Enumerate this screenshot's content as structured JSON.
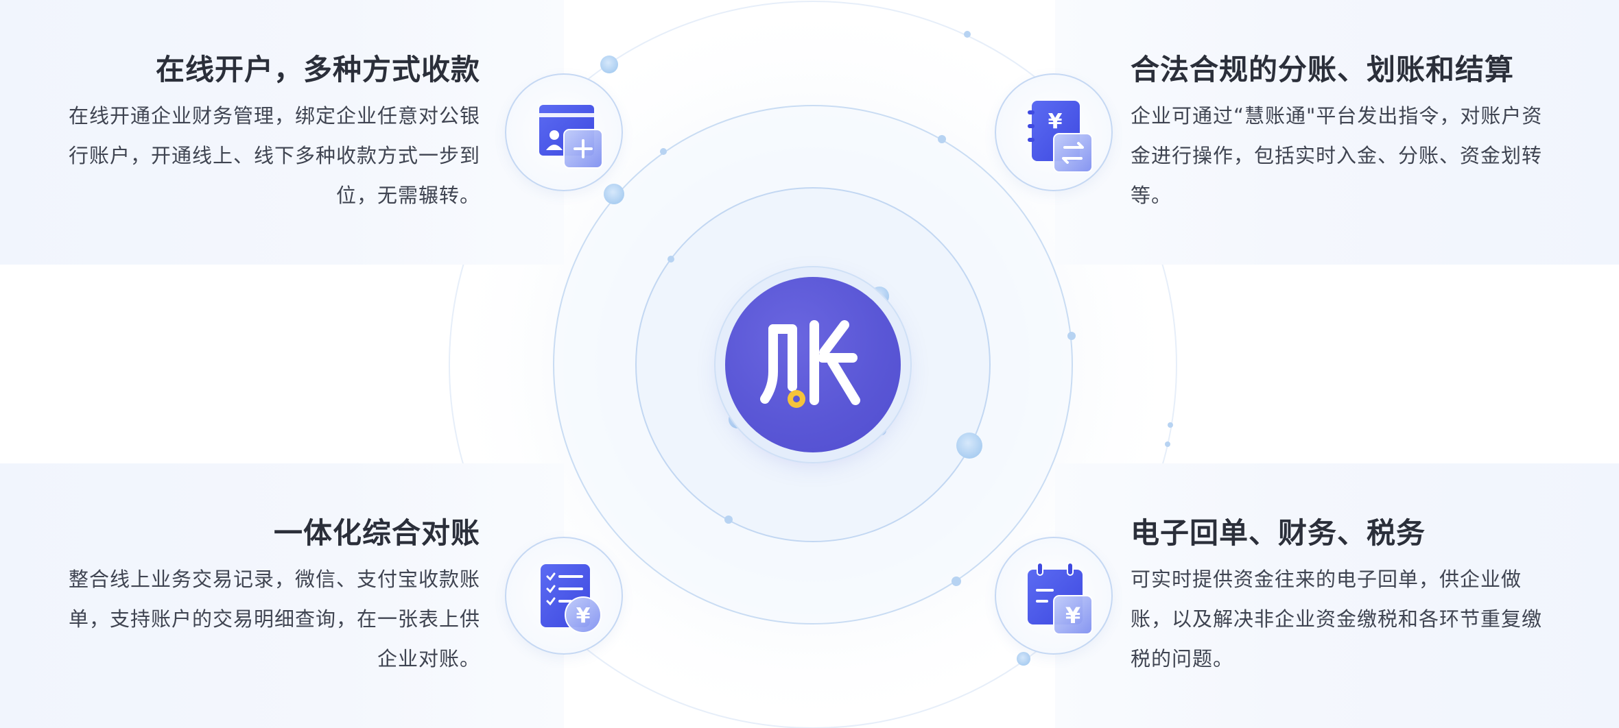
{
  "center": {
    "logo_char": "账",
    "icon": "ledger-logo-icon"
  },
  "features": [
    {
      "title": "在线开户，多种方式收款",
      "description": "在线开通企业财务管理，绑定企业任意对公银行账户，开通线上、线下多种收款方式一步到位，无需辗转。",
      "icon": "account-card-plus-icon"
    },
    {
      "title": "合法合规的分账、划账和结算",
      "description": "企业可通过“慧账通\"平台发出指令，对账户资金进行操作，包括实时入金、分账、资金划转等。",
      "icon": "ledger-transfer-icon"
    },
    {
      "title": "一体化综合对账",
      "description": "整合线上业务交易记录，微信、支付宝收款账单，支持账户的交易明细查询，在一张表上供企业对账。",
      "icon": "checklist-yuan-icon"
    },
    {
      "title": "电子回单、财务、税务",
      "description": "可实时提供资金往来的电子回单，供企业做账，以及解决非企业资金缴税和各环节重复缴税的问题。",
      "icon": "calendar-yuan-icon"
    }
  ],
  "colors": {
    "accent": "#5a57d6",
    "icon_blue": "#4a56e8",
    "coin_yellow": "#f5c33b",
    "card_bg": "#f3f6fd",
    "title_text": "#2b2f3a",
    "body_text": "#3f4451"
  }
}
